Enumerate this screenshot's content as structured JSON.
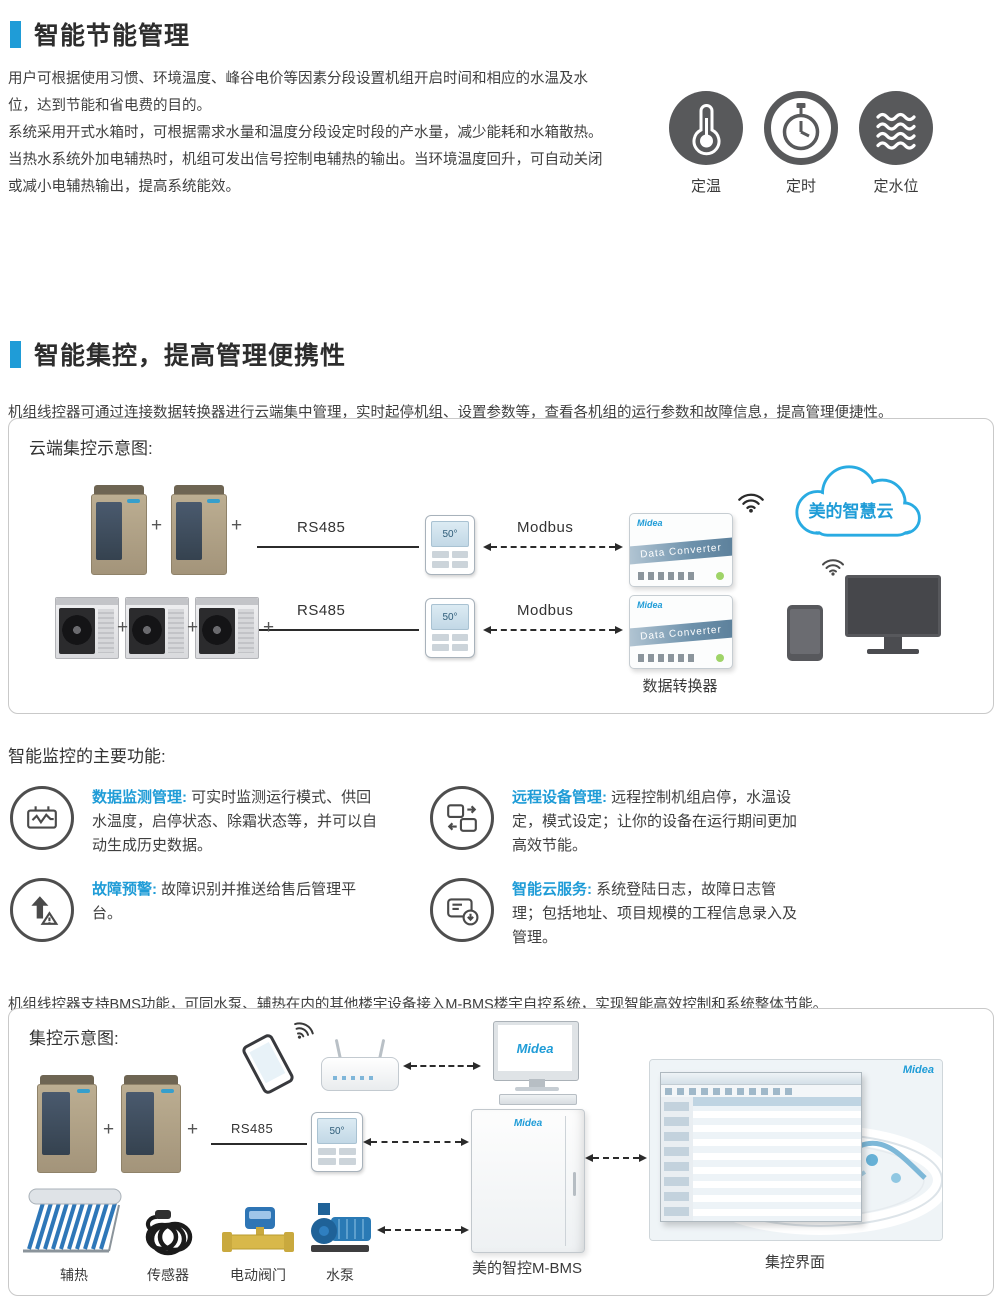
{
  "colors": {
    "accent": "#1f9cd7",
    "icon_dark": "#58595b"
  },
  "brand": "Midea",
  "section1": {
    "title": "智能节能管理",
    "paragraphs": [
      "用户可根据使用习惯、环境温度、峰谷电价等因素分段设置机组开启时间和相应的水温及水位，达到节能和省电费的目的。",
      "系统采用开式水箱时，可根据需求水量和温度分段设定时段的产水量，减少能耗和水箱散热。",
      "当热水系统外加电辅热时，机组可发出信号控制电辅热的输出。当环境温度回升，可自动关闭或减小电辅热输出，提高系统能效。"
    ],
    "badges": [
      {
        "icon": "thermometer-icon",
        "label": "定温"
      },
      {
        "icon": "stopwatch-icon",
        "label": "定时"
      },
      {
        "icon": "water-level-icon",
        "label": "定水位"
      }
    ]
  },
  "section2": {
    "title": "智能集控，提高管理便携性",
    "intro": "机组线控器可通过连接数据转换器进行云端集中管理，实时起停机组、设置参数等，查看各机组的运行参数和故障信息，提高管理便捷性。"
  },
  "cloud_diagram": {
    "title": "云端集控示意图:",
    "plus": "+",
    "rs485": "RS485",
    "modbus": "Modbus",
    "converter_band": "Data Converter",
    "converter_label": "数据转换器",
    "cloud_label": "美的智慧云",
    "controller_display": "50°"
  },
  "functions_section": {
    "title": "智能监控的主要功能:",
    "items": [
      {
        "icon": "data-monitoring-icon",
        "title": "数据监测管理:",
        "text": "可实时监测运行模式、供回水温度，启停状态、除霜状态等，并可以自动生成历史数据。"
      },
      {
        "icon": "remote-device-icon",
        "title": "远程设备管理:",
        "text": "远程控制机组启停，水温设定，模式设定；让你的设备在运行期间更加高效节能。"
      },
      {
        "icon": "fault-alert-icon",
        "title": "故障预警:",
        "text": "故障识别并推送给售后管理平台。"
      },
      {
        "icon": "cloud-service-icon",
        "title": "智能云服务:",
        "text": "系统登陆日志，故障日志管理；包括地址、项目规模的工程信息录入及管理。"
      }
    ]
  },
  "bms_intro": "机组线控器支持BMS功能，可同水泵、辅热在内的其他楼宇设备接入M-BMS楼宇自控系统，实现智能高效控制和系统整体节能。",
  "bms_diagram": {
    "title": "集控示意图:",
    "plus": "+",
    "rs485": "RS485",
    "controller_display": "50°",
    "bms_label": "美的智控M-BMS",
    "interface_label": "集控界面",
    "equipment": [
      {
        "label": "辅热"
      },
      {
        "label": "传感器"
      },
      {
        "label": "电动阀门"
      },
      {
        "label": "水泵"
      }
    ]
  }
}
